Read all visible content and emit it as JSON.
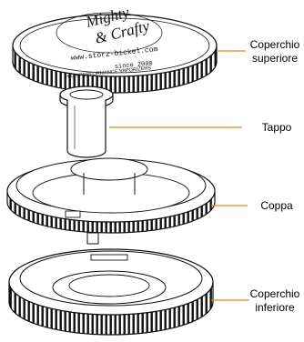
{
  "diagram": {
    "parts": [
      {
        "id": "top",
        "label_lines": [
          "Coperchio",
          "superiore"
        ]
      },
      {
        "id": "cap",
        "label_lines": [
          "Tappo"
        ]
      },
      {
        "id": "cup",
        "label_lines": [
          "Coppa"
        ]
      },
      {
        "id": "bottom",
        "label_lines": [
          "Coperchio",
          "inferiore"
        ]
      }
    ],
    "lid_print": {
      "logo_line1": "Mighty",
      "logo_line2": "& Crafty",
      "url": "www.storz-bickel.com",
      "since": "since 2000",
      "tagline": "HIGH PERFORMANCE VAPORIZERS"
    },
    "leader_color": "#e08a1e",
    "line_color": "#111111"
  }
}
